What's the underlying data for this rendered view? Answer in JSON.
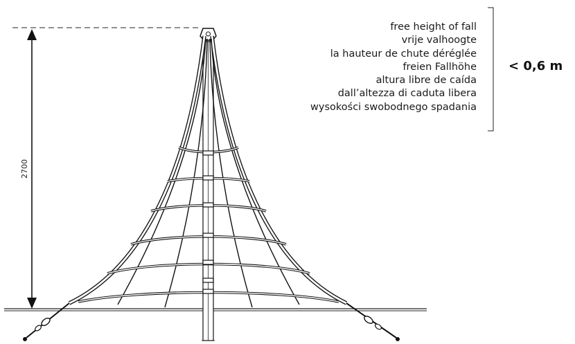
{
  "dimension": {
    "height_label": "2700"
  },
  "free_height_of_fall": {
    "lines": [
      "free height of fall",
      "vrije valhoogte",
      "la hauteur de chute déréglée",
      "freien Fallhöhe",
      "altura libre de caída",
      "dall’altezza di caduta libera",
      "wysokości swobodnego spadania"
    ],
    "value": "< 0,6 m"
  }
}
